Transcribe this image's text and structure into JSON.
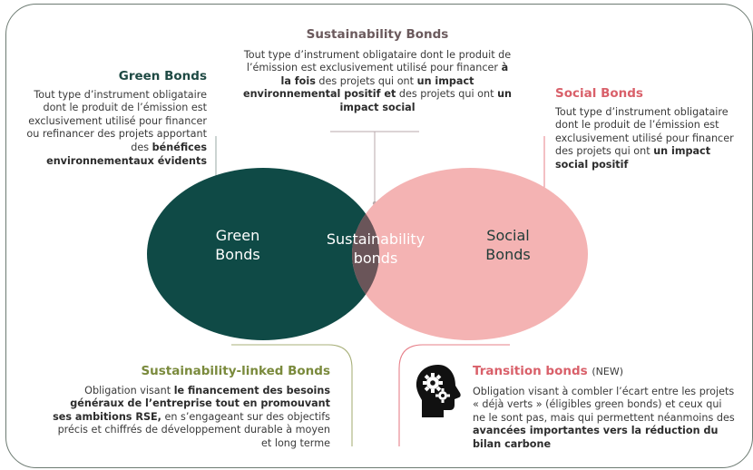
{
  "sustainability": {
    "title": "Sustainability Bonds",
    "text_1": "Tout type d’instrument obligataire dont le produit de l’émission est exclusivement utilisé pour financer",
    "bold_1": "à la fois",
    "text_2": "des projets qui ont",
    "bold_2": "un impact environnemental positif et",
    "text_3": "des projets qui ont",
    "bold_3": "un impact social"
  },
  "green": {
    "title": "Green Bonds",
    "text": "Tout type d’instrument obligataire dont le produit de l’émission est exclusivement utilisé pour financer ou refinancer des projets apportant des",
    "bold": "bénéfices environnementaux évidents"
  },
  "social": {
    "title": "Social Bonds",
    "text": "Tout type d’instrument obligataire dont le produit de l’émission est exclusivement utilisé pour financer des projets qui ont",
    "bold": "un impact social positif"
  },
  "venn": {
    "left_line1": "Green",
    "left_line2": "Bonds",
    "center_line1": "Sustainability",
    "center_line2": "bonds",
    "right_line1": "Social",
    "right_line2": "Bonds",
    "colors": {
      "green": "#0f4a46",
      "social": "#f4b3b3",
      "overlap": "#6a5559"
    }
  },
  "linked": {
    "title": "Sustainability-linked Bonds",
    "text_1": "Obligation visant",
    "bold": "le financement des besoins généraux de l’entreprise tout en promouvant ses ambitions RSE,",
    "text_2": "en s’engageant sur des objectifs précis et chiffrés de développement durable à moyen et long terme"
  },
  "transition": {
    "title": "Transition bonds",
    "tag": "(NEW)",
    "text": "Obligation visant à combler l’écart entre les projets « déjà verts » (éligibles green bonds) et ceux qui ne le sont pas, mais qui permettent néanmoins des",
    "bold": "avancées importantes vers la réduction du bilan carbone",
    "icon": "head-gears-icon"
  }
}
